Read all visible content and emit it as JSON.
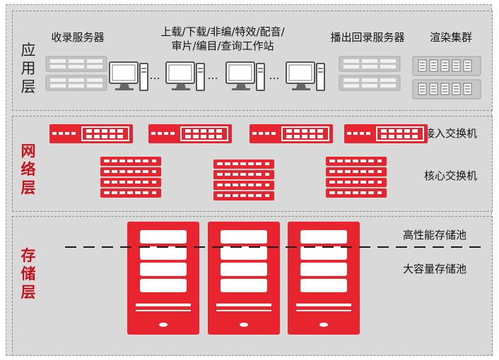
{
  "layers": {
    "app": {
      "title_chars": [
        "应",
        "用",
        "层"
      ]
    },
    "net": {
      "title_chars": [
        "网",
        "络",
        "层"
      ]
    },
    "storage": {
      "title_chars": [
        "存",
        "储",
        "层"
      ]
    }
  },
  "labels": {
    "ingest_server": "收录服务器",
    "workstations_line1": "上载/下载/非编/特效/配音/",
    "workstations_line2": "审片/编目/查询工作站",
    "playout_server": "播出回录服务器",
    "render_cluster": "渲染集群",
    "access_switch": "接入交换机",
    "core_switch": "核心交换机",
    "high_perf_pool": "高性能存储池",
    "large_cap_pool": "大容量存储池"
  },
  "ellipsis": "…",
  "colors": {
    "accent": "#e8242e",
    "layer_title": "#c8101b",
    "device_gray": "#b8b8b8"
  }
}
